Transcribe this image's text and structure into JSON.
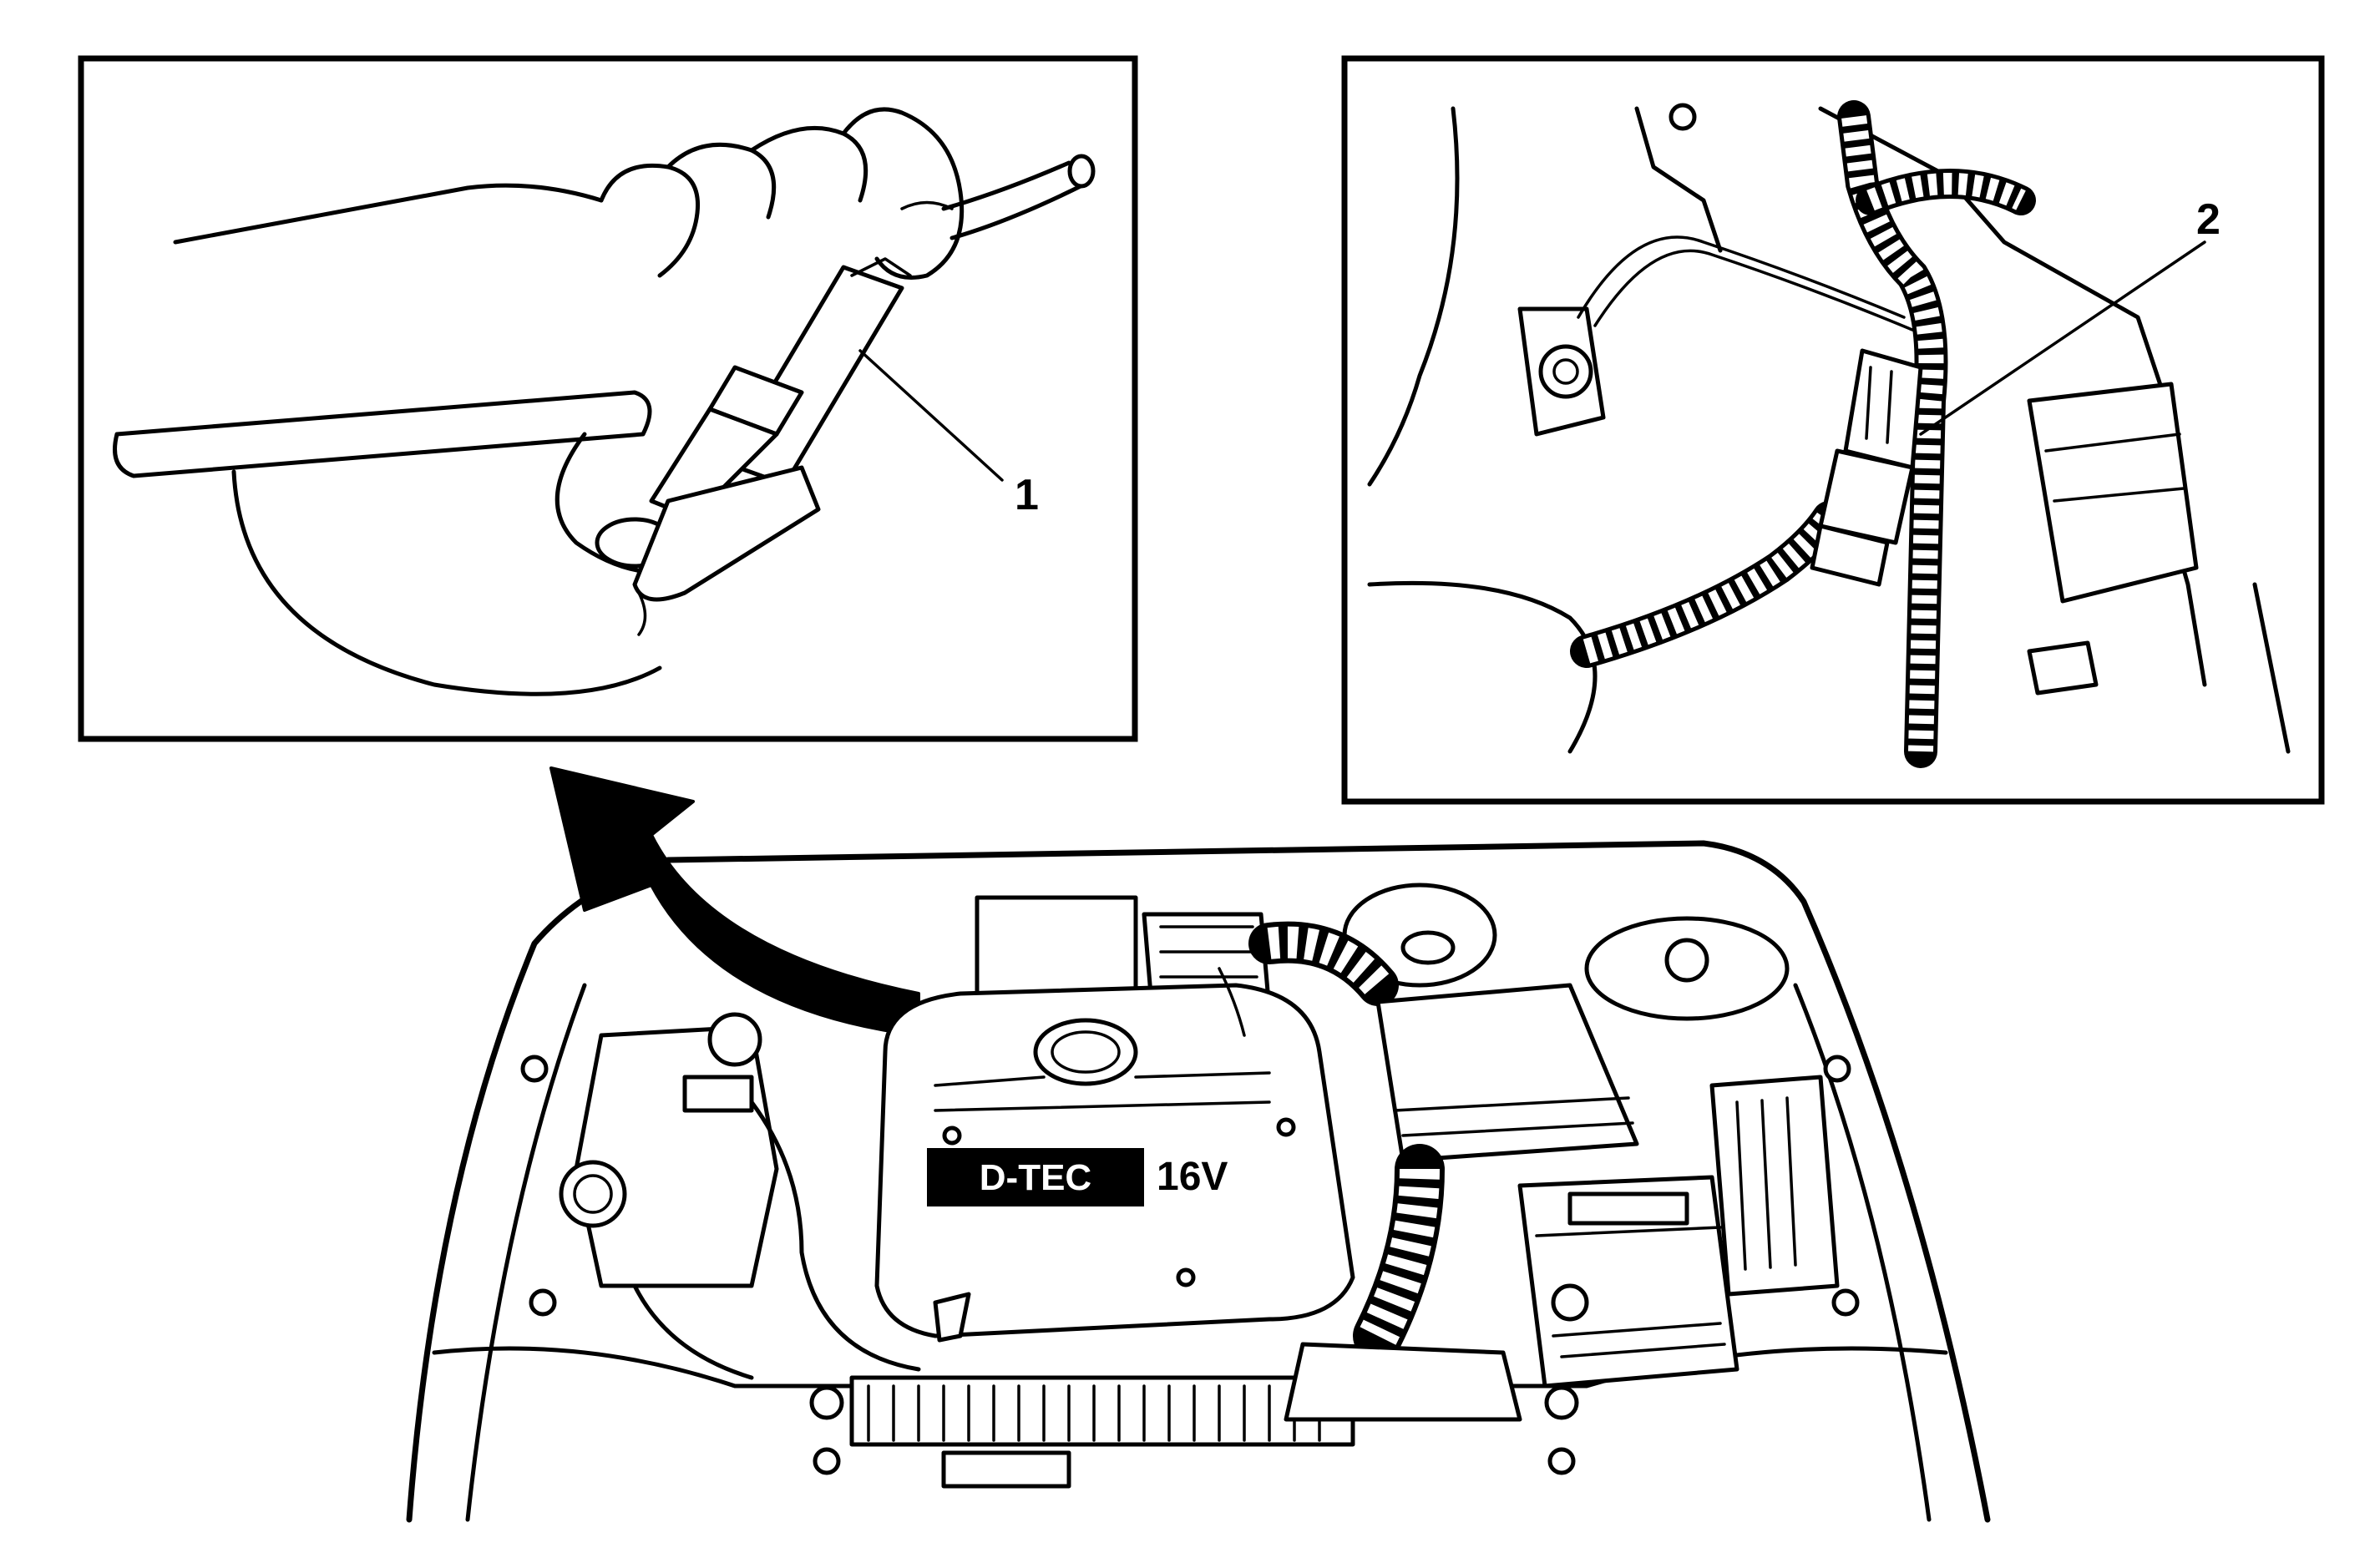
{
  "callouts": {
    "c1": "1",
    "c2": "2"
  },
  "engine_badge": {
    "brand": "D-TEC",
    "valves": "16V"
  },
  "colors": {
    "line": "#000000",
    "background": "#ffffff"
  }
}
